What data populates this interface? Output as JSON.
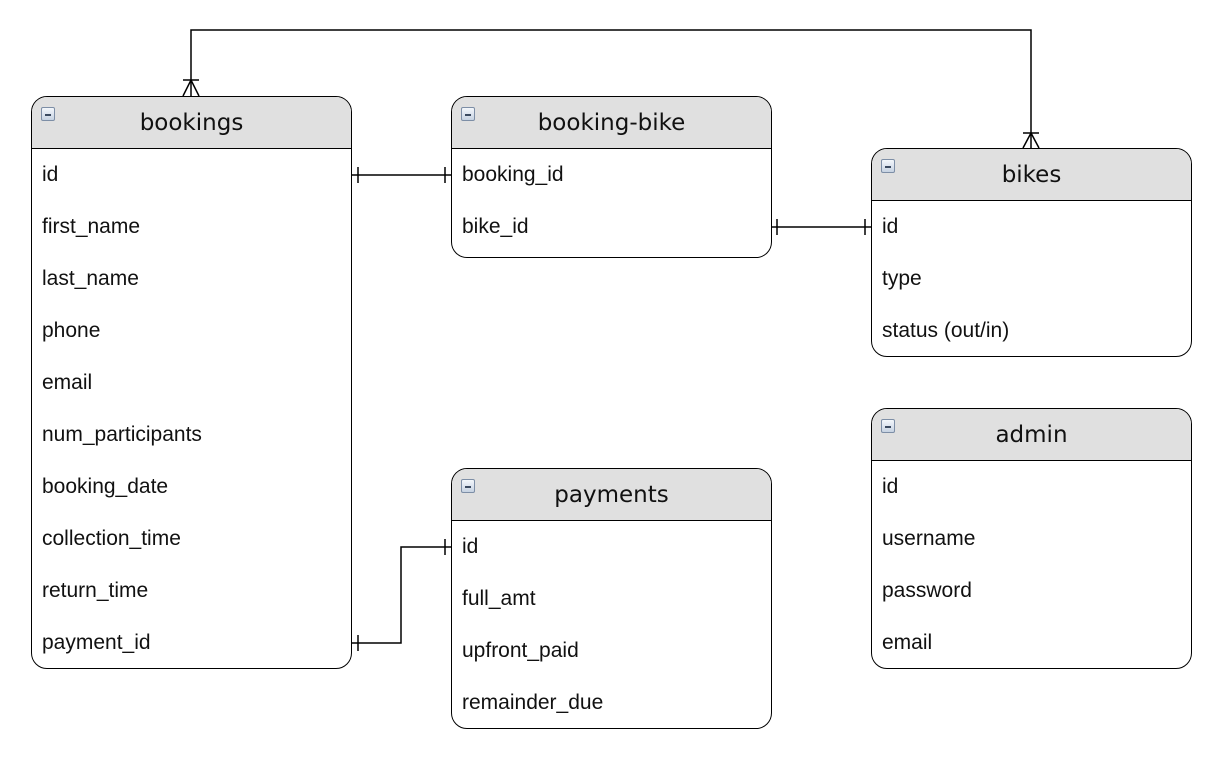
{
  "entities": {
    "bookings": {
      "title": "bookings",
      "fields": [
        "id",
        "first_name",
        "last_name",
        "phone",
        "email",
        "num_participants",
        "booking_date",
        "collection_time",
        "return_time",
        "payment_id"
      ]
    },
    "booking_bike": {
      "title": "booking-bike",
      "fields": [
        "booking_id",
        "bike_id"
      ]
    },
    "bikes": {
      "title": "bikes",
      "fields": [
        "id",
        "type",
        "status (out/in)"
      ]
    },
    "payments": {
      "title": "payments",
      "fields": [
        "id",
        "full_amt",
        "upfront_paid",
        "remainder_due"
      ]
    },
    "admin": {
      "title": "admin",
      "fields": [
        "id",
        "username",
        "password",
        "email"
      ]
    }
  },
  "relationships": [
    {
      "from": "bookings.id",
      "to": "booking-bike.booking_id",
      "from_end": "one",
      "to_end": "one"
    },
    {
      "from": "booking-bike.bike_id",
      "to": "bikes.id",
      "from_end": "one",
      "to_end": "one"
    },
    {
      "from": "bookings.payment_id",
      "to": "payments.id",
      "from_end": "one",
      "to_end": "one"
    },
    {
      "from": "bookings",
      "to": "bikes",
      "from_end": "many",
      "to_end": "many"
    }
  ]
}
